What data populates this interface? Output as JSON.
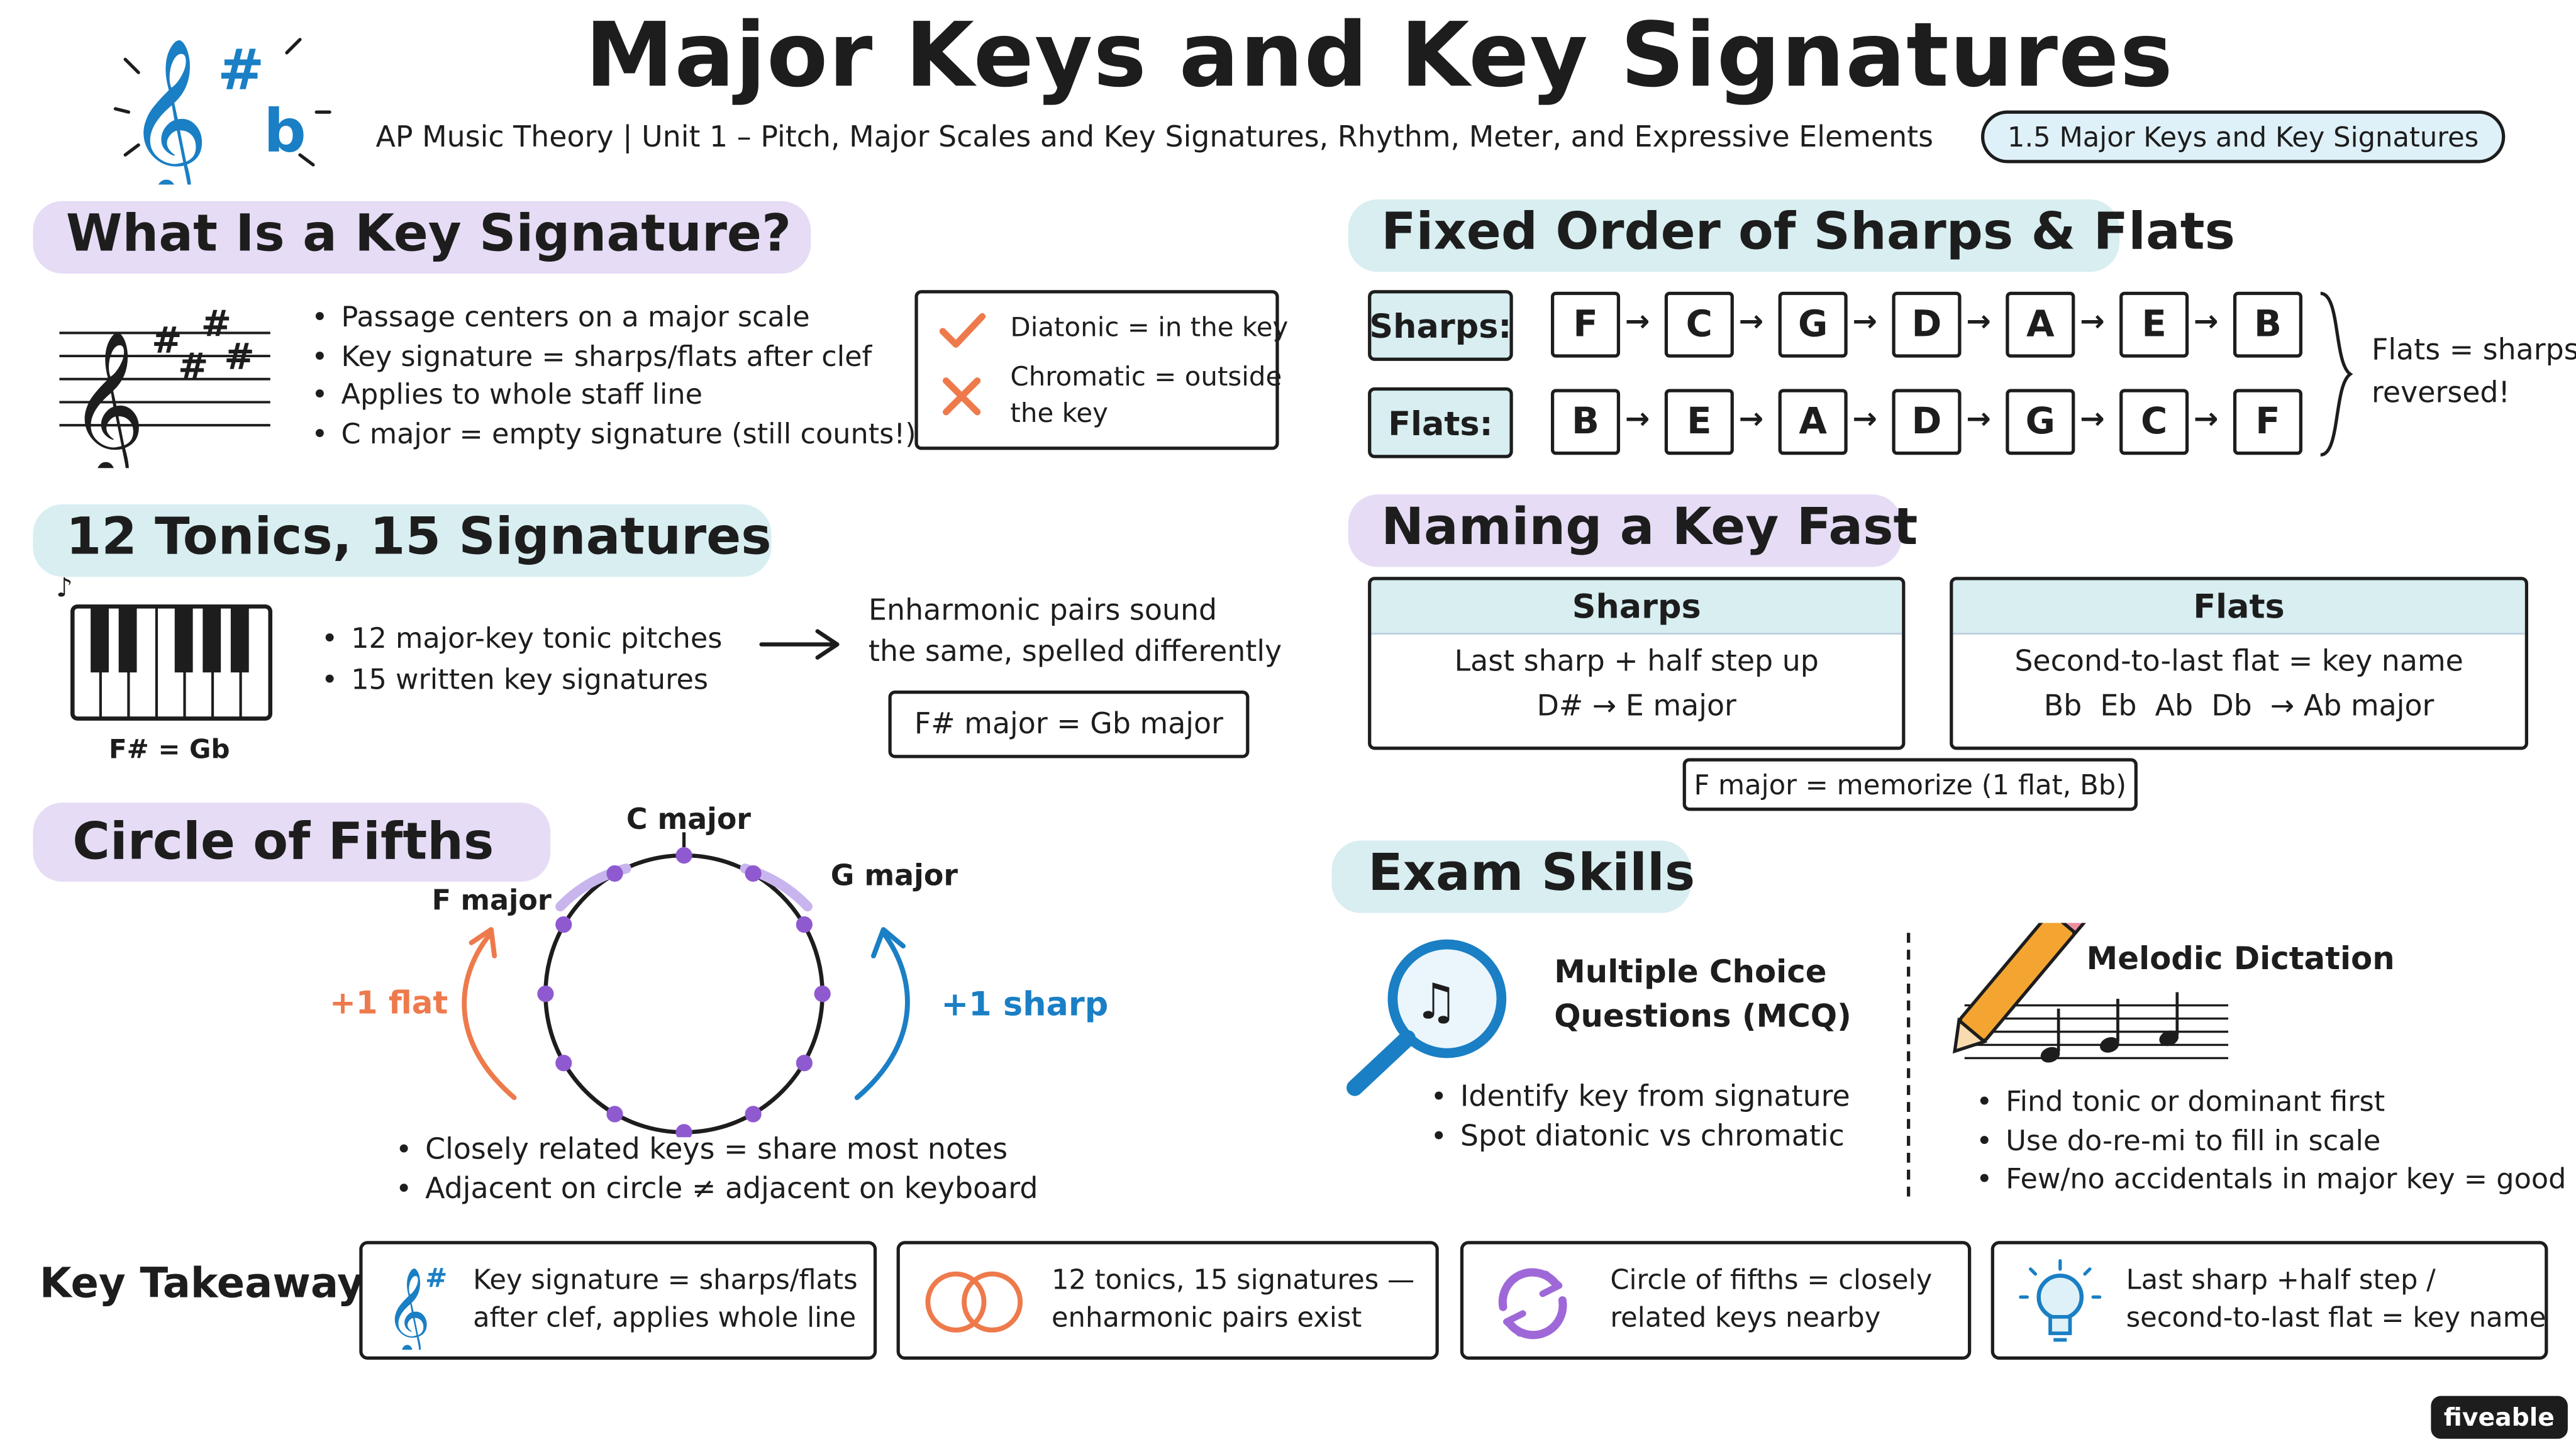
{
  "header": {
    "title": "Major Keys and Key Signatures",
    "subtitle": "AP Music Theory | Unit 1 – Pitch, Major Scales and Key Signatures, Rhythm, Meter, and Expressive Elements",
    "topic_pill": "1.5 Major Keys and Key Signatures",
    "logo_icon": "treble-clef-sharp-flat-icon"
  },
  "key_signature": {
    "heading": "What Is a Key Signature?",
    "bullets": [
      "Passage centers on a major scale",
      "Key signature = sharps/flats after clef",
      "Applies to whole staff line",
      "C major = empty signature (still counts!)"
    ],
    "diatonic": "Diatonic = in the key",
    "chromatic_1": "Chromatic = outside",
    "chromatic_2": "the key"
  },
  "tonics": {
    "heading": "12 Tonics, 15 Signatures",
    "bullets": [
      "12 major-key tonic pitches",
      "15 written key signatures"
    ],
    "keyboard_caption": "F# = Gb",
    "enharmonic_1": "Enharmonic pairs sound",
    "enharmonic_2": "the same, spelled differently",
    "example": "F# major = Gb major"
  },
  "circle": {
    "heading": "Circle of Fifths",
    "top_label": "C major",
    "left_label": "F major",
    "right_label": "G major",
    "flat_label": "+1 flat",
    "sharp_label": "+1 sharp",
    "bullets": [
      "Closely related keys = share most notes",
      "Adjacent on circle ≠ adjacent on keyboard"
    ]
  },
  "order": {
    "heading": "Fixed Order of Sharps & Flats",
    "sharps_label": "Sharps:",
    "flats_label": "Flats:",
    "sharps": [
      "F",
      "C",
      "G",
      "D",
      "A",
      "E",
      "B"
    ],
    "flats": [
      "B",
      "E",
      "A",
      "D",
      "G",
      "C",
      "F"
    ],
    "note_1": "Flats = sharps",
    "note_2": "reversed!"
  },
  "naming": {
    "heading": "Naming a Key Fast",
    "sharps_title": "Sharps",
    "sharps_rule": "Last sharp + half step up",
    "sharps_example": "D# → E major",
    "flats_title": "Flats",
    "flats_rule": "Second-to-last flat = key name",
    "flats_example": "Bb  Eb  Ab  Db  → Ab major",
    "f_major": "F major = memorize (1 flat, Bb)"
  },
  "exam": {
    "heading": "Exam Skills",
    "mcq_1": "Multiple Choice",
    "mcq_2": "Questions (MCQ)",
    "mcq_bullets": [
      "Identify key from signature",
      "Spot diatonic vs chromatic"
    ],
    "dictation": "Melodic Dictation",
    "dictation_bullets": [
      "Find tonic or dominant first",
      "Use do-re-mi to fill in scale",
      "Few/no accidentals in major key = good sign"
    ]
  },
  "takeaways": {
    "label": "Key Takeaways:",
    "items": [
      {
        "line1": "Key signature = sharps/flats",
        "line2": "after clef, applies whole line",
        "icon": "treble-clef-icon"
      },
      {
        "line1": "12 tonics, 15 signatures —",
        "line2": "enharmonic pairs exist",
        "icon": "overlapping-rings-icon"
      },
      {
        "line1": "Circle of fifths = closely",
        "line2": "related keys nearby",
        "icon": "cycle-arrows-icon"
      },
      {
        "line1": "Last sharp +half step /",
        "line2": "second-to-last flat = key name",
        "icon": "lightbulb-icon"
      }
    ]
  },
  "brand": "fiveable",
  "colors": {
    "purple_highlight": "#e6dcf5",
    "teal_highlight": "#d8eef1",
    "blue": "#1a7fc4",
    "orange": "#ee7a4c",
    "dot": "#8f5ad0"
  }
}
